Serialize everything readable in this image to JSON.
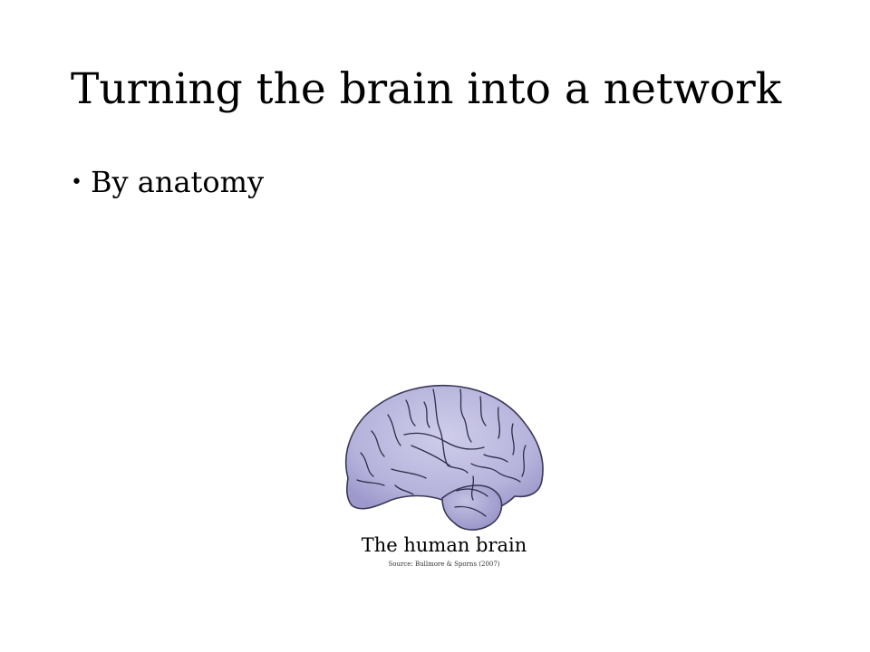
{
  "slide": {
    "title": "Turning the brain into a network",
    "bullets": [
      {
        "marker": "•",
        "text": "By anatomy"
      }
    ]
  },
  "figure": {
    "icon": "brain-illustration",
    "caption": "The human brain",
    "source": "Source: Bullmore & Sporns (2007)",
    "colors": {
      "fill": "#b6b3dc",
      "fill_dark": "#8f8bc4",
      "outline": "#3a3858"
    }
  }
}
